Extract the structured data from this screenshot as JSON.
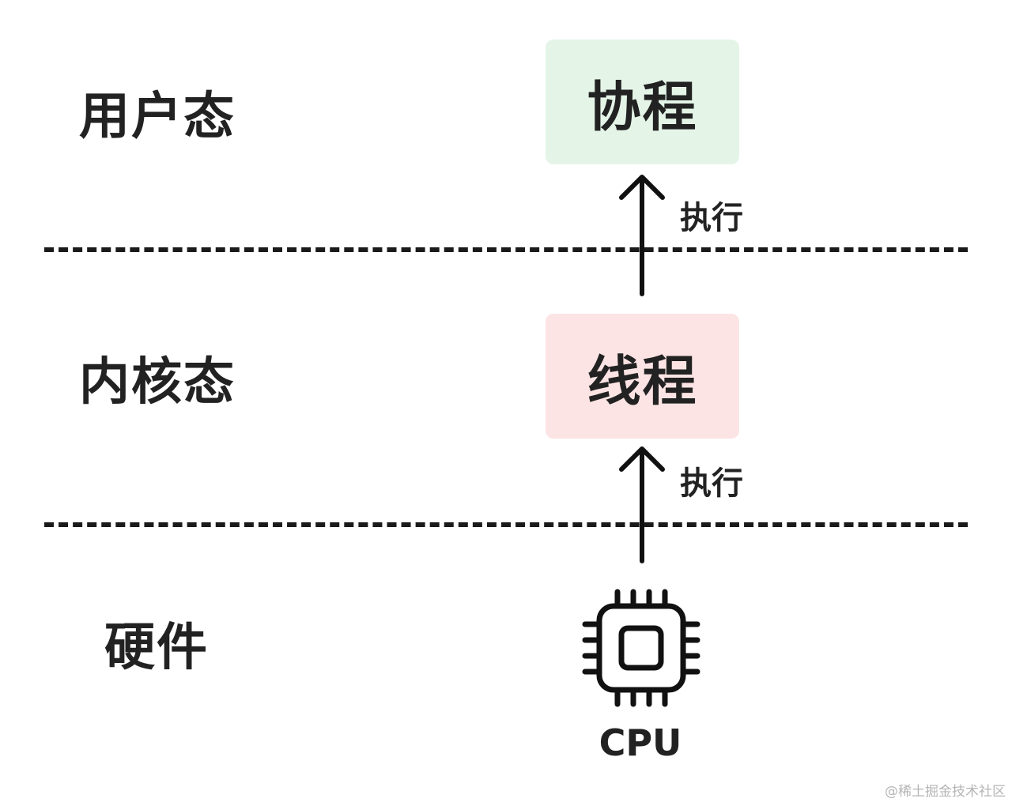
{
  "layers": {
    "user_mode": "用户态",
    "kernel_mode": "内核态",
    "hardware": "硬件"
  },
  "boxes": {
    "coroutine": {
      "label": "协程",
      "color": "#e4f5e8"
    },
    "thread": {
      "label": "线程",
      "color": "#fde4e4"
    }
  },
  "arrows": {
    "upper_label": "执行",
    "lower_label": "执行"
  },
  "cpu": {
    "label": "CPU",
    "icon": "cpu-chip-icon"
  },
  "watermark": "@稀土掘金技术社区"
}
